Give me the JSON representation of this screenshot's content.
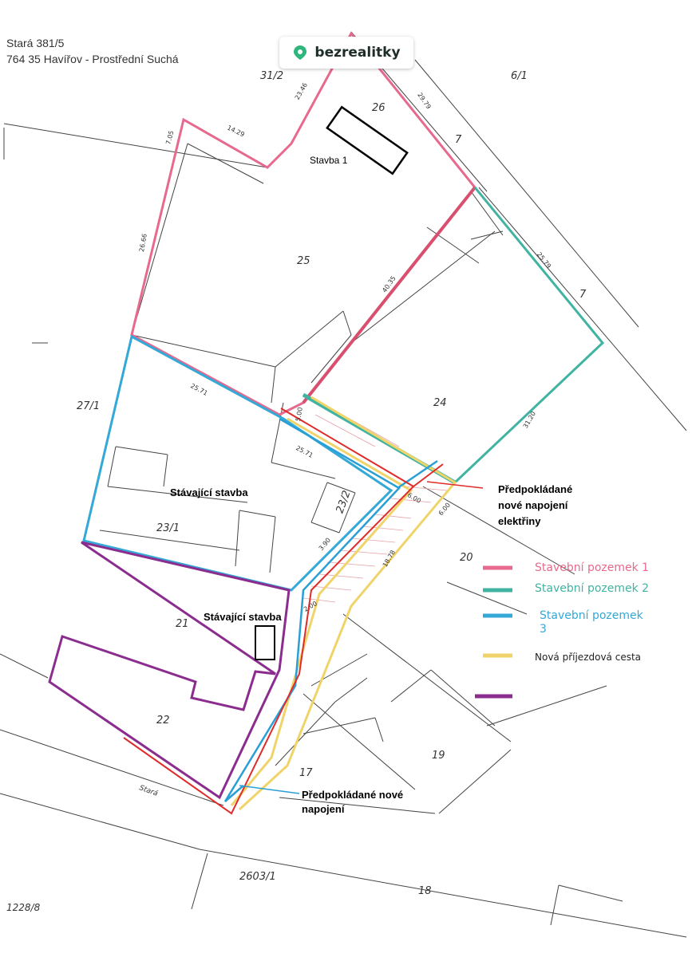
{
  "header": {
    "address_line1": "Stará 381/5",
    "address_line2": "764 35 Havířov - Prostřední Suchá",
    "brand": "bezrealitky",
    "brand_icon": "map-pin-icon",
    "brand_color": "#2eb67d"
  },
  "labels": {
    "stavba1": "Stavba 1",
    "stavajici1": "Stávající stavba",
    "stavajici2": "Stávající stavba",
    "elektro": "Předpokládané\nnové napojení\nelektřiny",
    "napojeni": "Předpokládané nové\nnapojení"
  },
  "legend": {
    "items": [
      {
        "label": "Stavební pozemek 1",
        "color": "#e8698e"
      },
      {
        "label": "Stavební pozemek 2",
        "color": "#40b3a2"
      },
      {
        "label": "Stavební pozemek\n3",
        "color": "#34a8d6"
      },
      {
        "label": "Nová příjezdová cesta",
        "color": "#f0d46a"
      },
      {
        "label": "",
        "color": "#8b2d8f"
      }
    ]
  },
  "parcels": {
    "p26": "26",
    "p25": "25",
    "p24": "24",
    "p27_1": "27/1",
    "p23_1": "23/1",
    "p23_2": "23/2",
    "p21": "21",
    "p22": "22",
    "p20": "20",
    "p19": "19",
    "p17": "17",
    "p18": "18",
    "p2603_1": "2603/1",
    "p1228_8": "1228/8",
    "p31_2": "31/2",
    "p6_1": "6/1",
    "p7a": "7",
    "p7b": "7",
    "stara": "Stará"
  },
  "dimensions": {
    "d1": "23.46",
    "d2": "14.29",
    "d3": "7.05",
    "d4": "29.79",
    "d5": "26.66",
    "d6": "40.35",
    "d7": "25.79",
    "d8": "31.20",
    "d9": "25.71",
    "d10": "25.71",
    "d11": "6.00",
    "d12": "6.00",
    "d13": "18.78",
    "d14": "3.90",
    "d15": "2.00",
    "d16": "5.00"
  }
}
